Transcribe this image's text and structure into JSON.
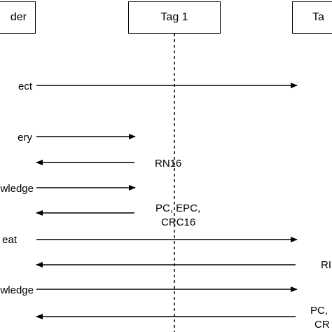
{
  "participants": {
    "reader": "der",
    "tag1": "Tag 1",
    "tag2": "Ta"
  },
  "commands": {
    "select": "ect",
    "query": "ery",
    "ack1": "wledge",
    "repeat": "eat",
    "ack2": "wledge"
  },
  "responses": {
    "rn16_a": "RN16",
    "pc_epc_line1": "PC, EPC,",
    "pc_epc_line2": "CRC16",
    "rn16_b": "RI",
    "pc_b_line1": "PC,",
    "pc_b_line2": "CR"
  }
}
